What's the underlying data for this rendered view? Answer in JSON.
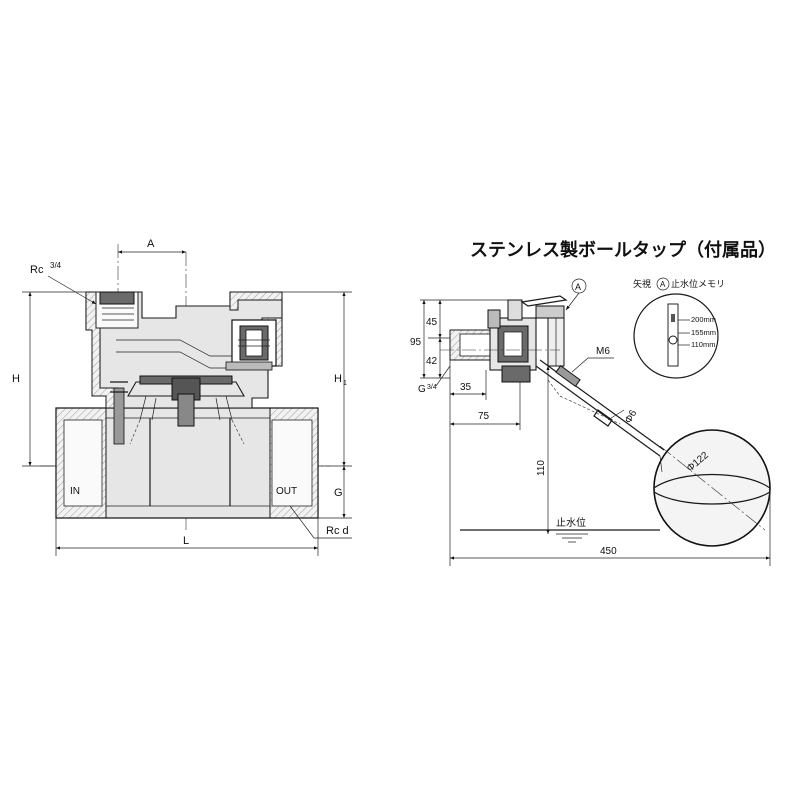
{
  "title": "ステンレス製ボールタップ（付属品）",
  "valve": {
    "labels": {
      "rc_top": "Rc",
      "rc_top_frac": "3/4",
      "a": "A",
      "h": "H",
      "h1": "H",
      "h1_sub": "1",
      "l": "L",
      "g": "G",
      "rc_d": "Rc d",
      "in": "IN",
      "out": "OUT"
    }
  },
  "balltap": {
    "view_note_a": "矢視",
    "view_mark": "A",
    "view_note_b": "止水位メモリ",
    "scale": [
      "200mm",
      "155mm",
      "110mm"
    ],
    "marker_a": "A",
    "dims": {
      "d45": "45",
      "d95": "95",
      "d42": "42",
      "g": "G",
      "g_frac": "3/4",
      "d35": "35",
      "d75": "75",
      "d110": "110",
      "d450": "450",
      "m6": "M6",
      "phi6": "Φ6",
      "phi122": "Φ122"
    },
    "water_level": "止水位"
  }
}
